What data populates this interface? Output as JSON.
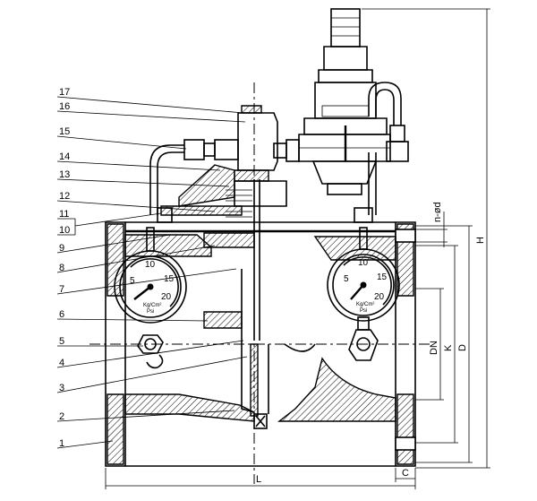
{
  "part_labels": [
    "17",
    "16",
    "15",
    "14",
    "13",
    "12",
    "11",
    "10",
    "9",
    "8",
    "7",
    "6",
    "5",
    "4",
    "3",
    "2",
    "1"
  ],
  "dimensions": {
    "nd": "n-ød",
    "h": "H",
    "dn": "DN",
    "k": "K",
    "d": "D",
    "l": "L",
    "c": "C"
  },
  "gauges": {
    "ticks": [
      "5",
      "10",
      "15",
      "20"
    ],
    "unit": "Kg/Cm²",
    "psi": "Psi"
  }
}
